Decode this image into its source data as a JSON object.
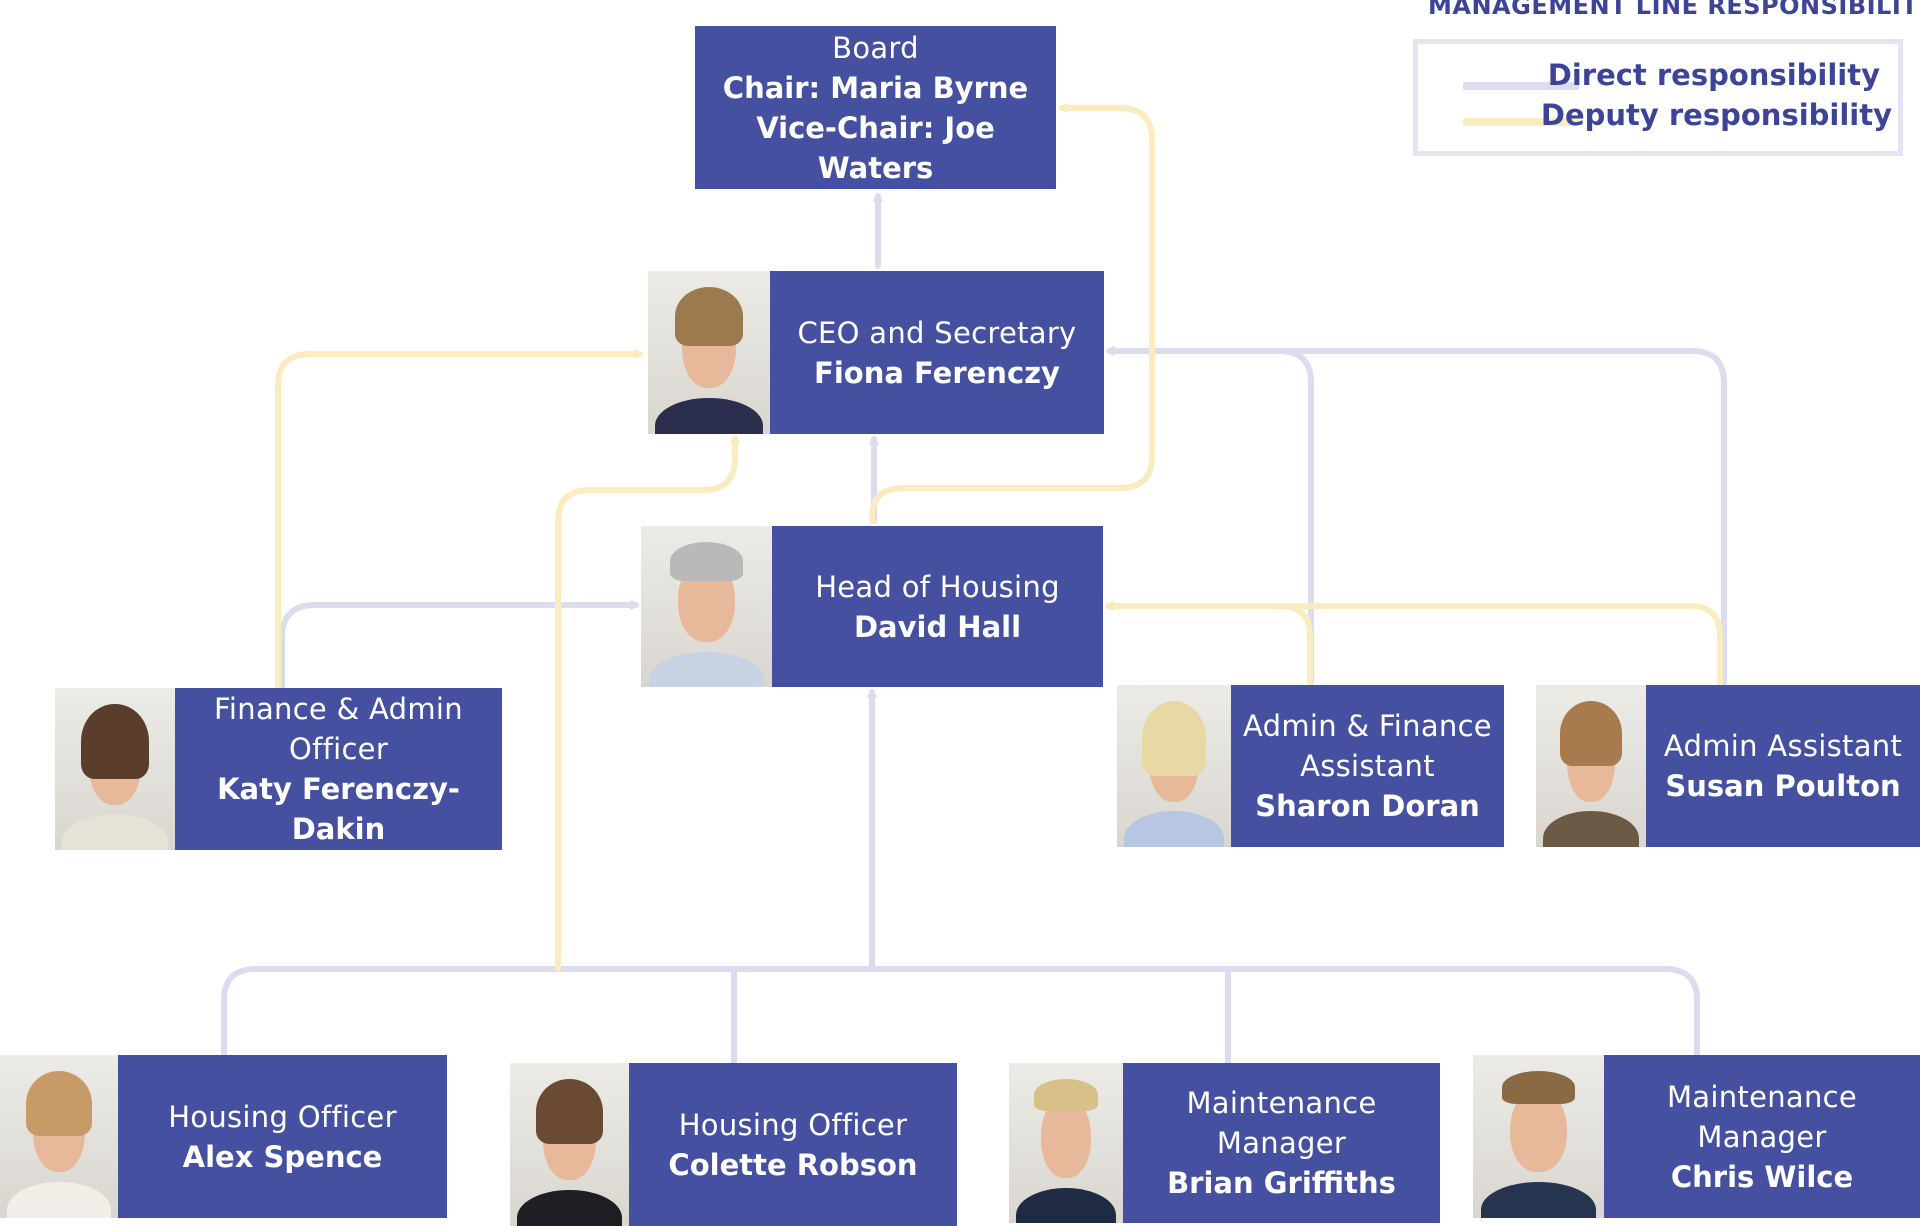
{
  "colors": {
    "box": "#4650a0",
    "direct": "#dcdcf0",
    "deputy": "#fbecc0",
    "legend_text": "#3b4496"
  },
  "legend": {
    "title": "MANAGEMENT LINE RESPONSIBILITY",
    "items": [
      {
        "label": "Direct responsibility",
        "color": "#dcdcf0"
      },
      {
        "label": "Deputy responsibility",
        "color": "#fbecc0"
      }
    ]
  },
  "board": {
    "role": "Board",
    "chair": "Chair: Maria Byrne",
    "vice_chair": "Vice-Chair: Joe Waters"
  },
  "ceo": {
    "role": "CEO and Secretary",
    "name": "Fiona Ferenczy"
  },
  "head_housing": {
    "role": "Head of Housing",
    "name": "David Hall"
  },
  "finance_admin": {
    "role_line1": "Finance & Admin",
    "role_line2": "Officer",
    "name": "Katy Ferenczy-Dakin"
  },
  "admin_finance": {
    "role_line1": "Admin & Finance",
    "role_line2": "Assistant",
    "name": "Sharon Doran"
  },
  "admin_assistant": {
    "role": "Admin Assistant",
    "name": "Susan Poulton"
  },
  "housing_officer_1": {
    "role": "Housing Officer",
    "name": "Alex Spence"
  },
  "housing_officer_2": {
    "role": "Housing Officer",
    "name": "Colette Robson"
  },
  "maintenance_1": {
    "role_line1": "Maintenance",
    "role_line2": "Manager",
    "name": "Brian Griffiths"
  },
  "maintenance_2": {
    "role_line1": "Maintenance",
    "role_line2": "Manager",
    "name": "Chris Wilce"
  }
}
